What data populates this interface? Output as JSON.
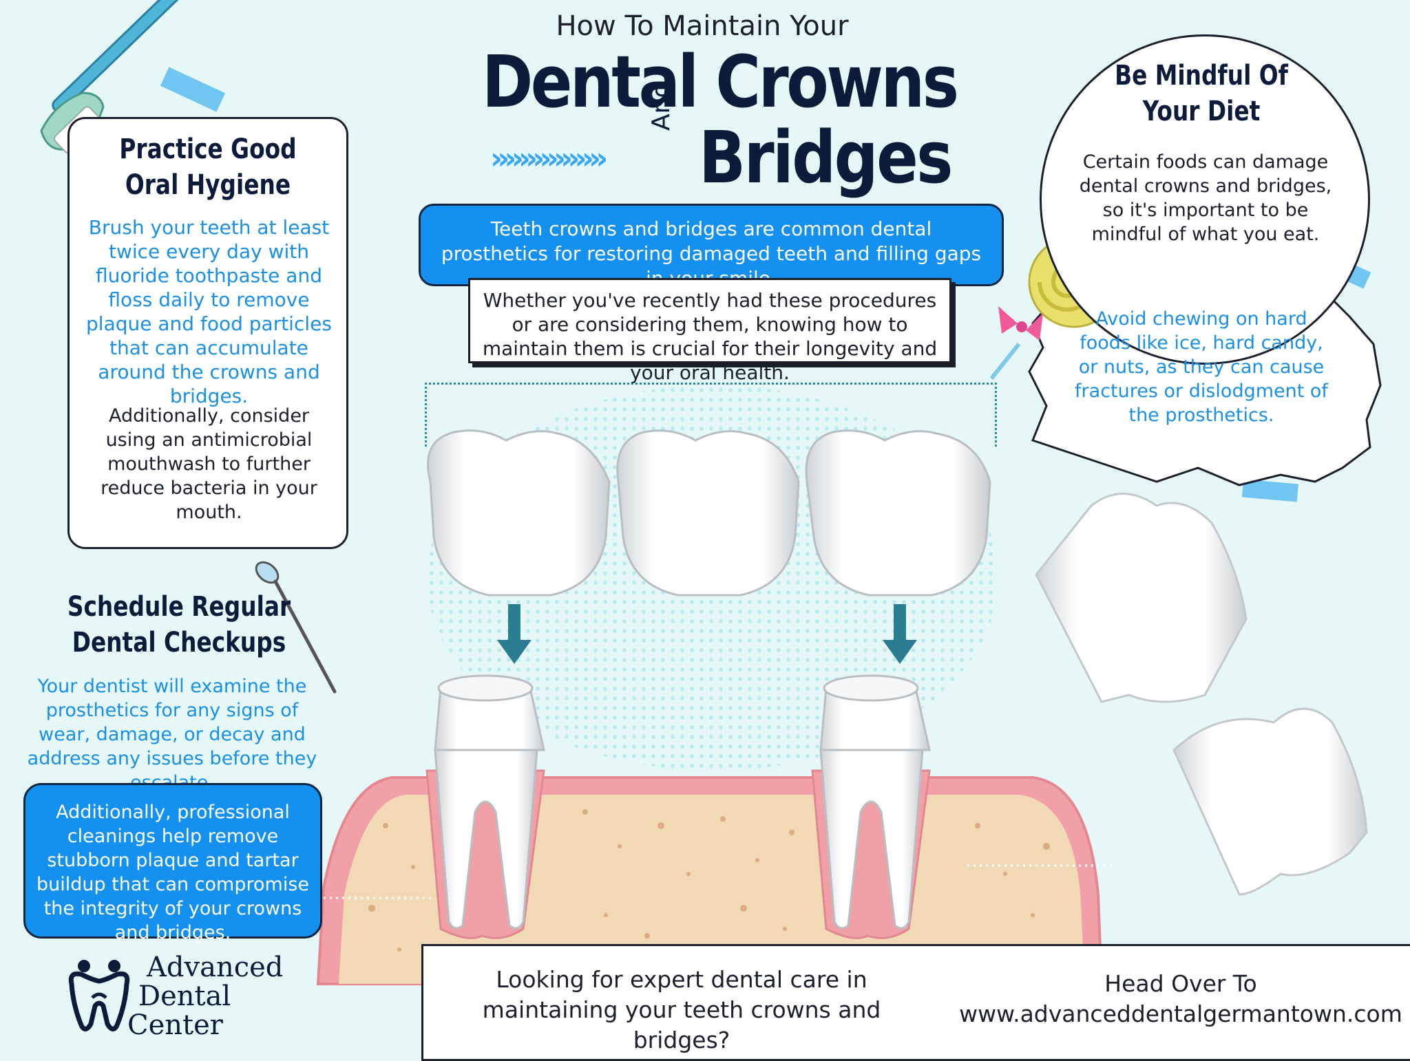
{
  "header": {
    "pre_title": "How To Maintain Your",
    "main_title": "Dental Crowns",
    "connector": "And",
    "sub_title": "Bridges",
    "chevrons": "»»»»»»»»"
  },
  "intro": {
    "highlight": "Teeth crowns and bridges are common dental prosthetics for restoring damaged teeth and filling gaps in your smile.",
    "note": "Whether you've recently had these procedures or are considering them, knowing how to maintain them is crucial for their longevity and your oral health."
  },
  "hygiene": {
    "title": "Practice Good Oral Hygiene",
    "body": "Brush your teeth at least twice every day with fluoride toothpaste and floss daily to remove plaque and food particles that can accumulate around the crowns and bridges.",
    "extra": "Additionally, consider using an antimicrobial mouthwash to further reduce bacteria in your mouth."
  },
  "checkups": {
    "title": "Schedule Regular Dental Checkups",
    "body": "Your dentist will examine the prosthetics for any signs of wear, damage, or decay and address any issues before they escalate.",
    "extra": "Additionally, professional cleanings help remove stubborn plaque and tartar buildup that can compromise the integrity of your crowns and bridges."
  },
  "diet": {
    "title": "Be Mindful Of Your Diet",
    "body": "Certain foods can damage dental crowns and bridges, so it's important to be mindful of what you eat.",
    "tip": "Avoid chewing on hard foods like ice, hard candy, or nuts, as they can cause fractures or dislodgment of the prosthetics."
  },
  "footer": {
    "question": "Looking for expert dental care in maintaining your teeth crowns and bridges?",
    "cta_label": "Head Over To",
    "url": "www.advanceddentalgermantown.com"
  },
  "logo": {
    "line1": "Advanced",
    "line2": "Dental",
    "line3": "Center"
  },
  "colors": {
    "background": "#e6f7f8",
    "accent_blue": "#1390f0",
    "navy": "#0d1b3a",
    "gum_pink": "#f2a0a8",
    "bone": "#f1d9b5"
  }
}
